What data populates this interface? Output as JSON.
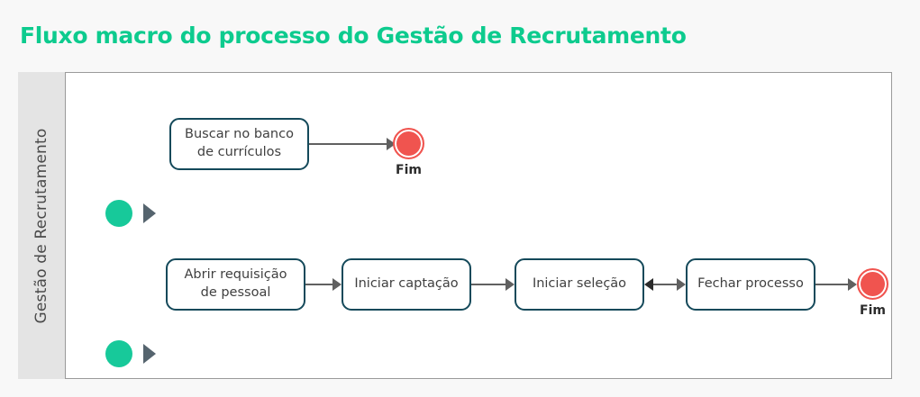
{
  "page": {
    "title": "Fluxo macro do processo do Gestão de Recrutamento",
    "background_color": "#f8f8f8",
    "title_color": "#0dcb8e"
  },
  "pool": {
    "lane_label": "Gestão de Recrutamento",
    "lane_header_color": "#e4e4e4",
    "canvas_color": "#ffffff",
    "canvas_border_color": "#9a9a9a"
  },
  "palette": {
    "start_event": "#17c99a",
    "end_event": "#f0544f",
    "task_border": "#14495a",
    "task_text": "#404040",
    "connector": "#606060",
    "marker": "#55646e"
  },
  "flows": [
    {
      "id": "flow-1",
      "start_event": {
        "name": "start-event-1",
        "type": "start"
      },
      "marker": {
        "name": "sequence-marker-1"
      },
      "tasks": [
        {
          "id": "task-buscar-banco-curriculos",
          "label": "Buscar no banco de currículos"
        }
      ],
      "end_event": {
        "name": "end-event-1",
        "label": "Fim",
        "type": "terminate"
      }
    },
    {
      "id": "flow-2",
      "start_event": {
        "name": "start-event-2",
        "type": "start"
      },
      "marker": {
        "name": "sequence-marker-2"
      },
      "tasks": [
        {
          "id": "task-abrir-requisicao-pessoal",
          "label": "Abrir requisição de pessoal"
        },
        {
          "id": "task-iniciar-captacao",
          "label": "Iniciar captação"
        },
        {
          "id": "task-iniciar-selecao",
          "label": "Iniciar seleção"
        },
        {
          "id": "task-fechar-processo",
          "label": "Fechar processo"
        }
      ],
      "end_event": {
        "name": "end-event-2",
        "label": "Fim",
        "type": "terminate"
      }
    }
  ],
  "connectors": [
    {
      "id": "conn-1",
      "from": "task-buscar-banco-curriculos",
      "to": "end-event-1",
      "direction": "forward"
    },
    {
      "id": "conn-2",
      "from": "task-abrir-requisicao-pessoal",
      "to": "task-iniciar-captacao",
      "direction": "forward"
    },
    {
      "id": "conn-3",
      "from": "task-iniciar-captacao",
      "to": "task-iniciar-selecao",
      "direction": "forward"
    },
    {
      "id": "conn-4",
      "from": "task-iniciar-selecao",
      "to": "task-fechar-processo",
      "direction": "bidirectional"
    },
    {
      "id": "conn-5",
      "from": "task-fechar-processo",
      "to": "end-event-2",
      "direction": "forward"
    }
  ]
}
